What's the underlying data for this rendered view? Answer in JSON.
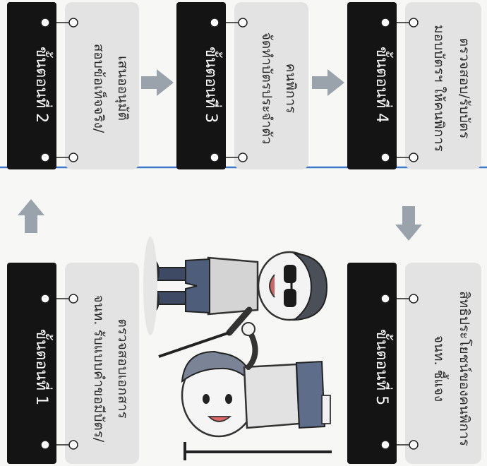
{
  "steps": [
    {
      "title": "ขั้นตอนที่ 1",
      "lines": [
        "จนท. รับแบบคำขอมีบัตร/",
        "ตรวจสอบเอกสาร"
      ]
    },
    {
      "title": "ขั้นตอนที่ 2",
      "lines": [
        "สอบข้อเท็จจริง/",
        "เสนออนุมัติ"
      ]
    },
    {
      "title": "ขั้นตอนที่ 3",
      "lines": [
        "จัดทำบัตรประจำตัว",
        "คนพิการ"
      ]
    },
    {
      "title": "ขั้นตอนที่ 4",
      "lines": [
        "มอบบัตรฯ ให้คนพิการ",
        "ตรวจสอบ/รับบัตร"
      ]
    },
    {
      "title": "ขั้นตอนที่ 5",
      "lines": [
        "จนท. ชี้แจง",
        "สิทธิประโยชน์ของคนพิการ"
      ]
    }
  ],
  "colors": {
    "title_bar": "#141414",
    "desc_box": "#e3e3e3",
    "arrow": "#9aa3ab",
    "divider": "#3f78c8",
    "background": "#f7f7f5"
  },
  "icons": [
    "pin-icon",
    "arrow-icon"
  ],
  "illustrations": [
    "boy-with-crutch",
    "blind-boy-with-cane"
  ]
}
